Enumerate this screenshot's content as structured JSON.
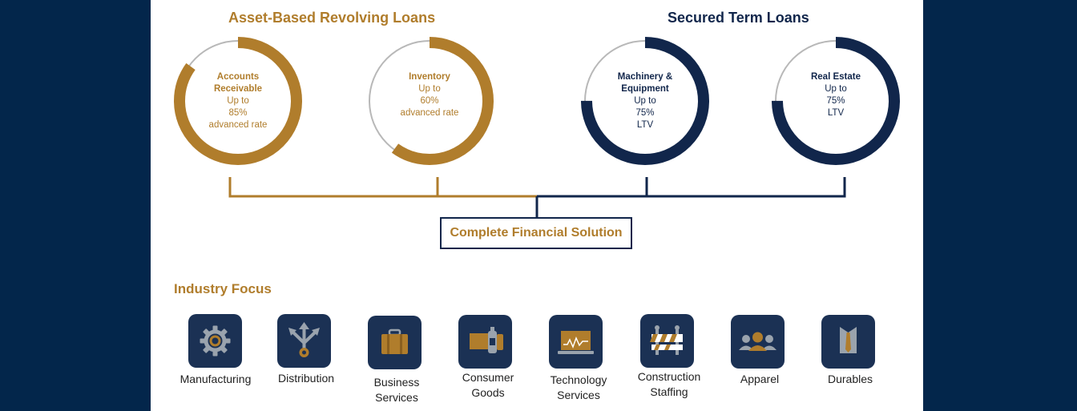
{
  "groups": {
    "revolving": {
      "title": "Asset-Based Revolving Loans"
    },
    "term": {
      "title": "Secured Term Loans"
    }
  },
  "loans": [
    {
      "title": "Accounts Receivable",
      "lines": [
        "Up to",
        "85%",
        "advanced rate"
      ],
      "value": 0.85,
      "group": "revolving"
    },
    {
      "title": "Inventory",
      "lines": [
        "Up to",
        "60%",
        "advanced rate"
      ],
      "value": 0.6,
      "group": "revolving"
    },
    {
      "title": "Machinery & Equipment",
      "lines": [
        "Up to",
        "75%",
        "LTV"
      ],
      "value": 0.75,
      "group": "term"
    },
    {
      "title": "Real Estate",
      "lines": [
        "Up to",
        "75%",
        "LTV"
      ],
      "value": 0.75,
      "group": "term"
    }
  ],
  "solution": {
    "label": "Complete Financial Solution"
  },
  "industry": {
    "title": "Industry Focus",
    "items": [
      {
        "label": "Manufacturing",
        "icon": "gear-icon"
      },
      {
        "label": "Distribution",
        "icon": "distribution-arrows-icon"
      },
      {
        "label": "Business Services",
        "icon": "briefcase-icon"
      },
      {
        "label": "Consumer Goods",
        "icon": "consumer-goods-icon"
      },
      {
        "label": "Technology Services",
        "icon": "laptop-icon"
      },
      {
        "label": "Construction Staffing",
        "icon": "construction-barrier-icon"
      },
      {
        "label": "Apparel",
        "icon": "people-icon"
      },
      {
        "label": "Durables",
        "icon": "shirt-tie-icon"
      }
    ]
  },
  "colors": {
    "gold": "#b07d2c",
    "navy": "#11264b",
    "gray": "#b8b8b8",
    "background": "#03264b"
  }
}
